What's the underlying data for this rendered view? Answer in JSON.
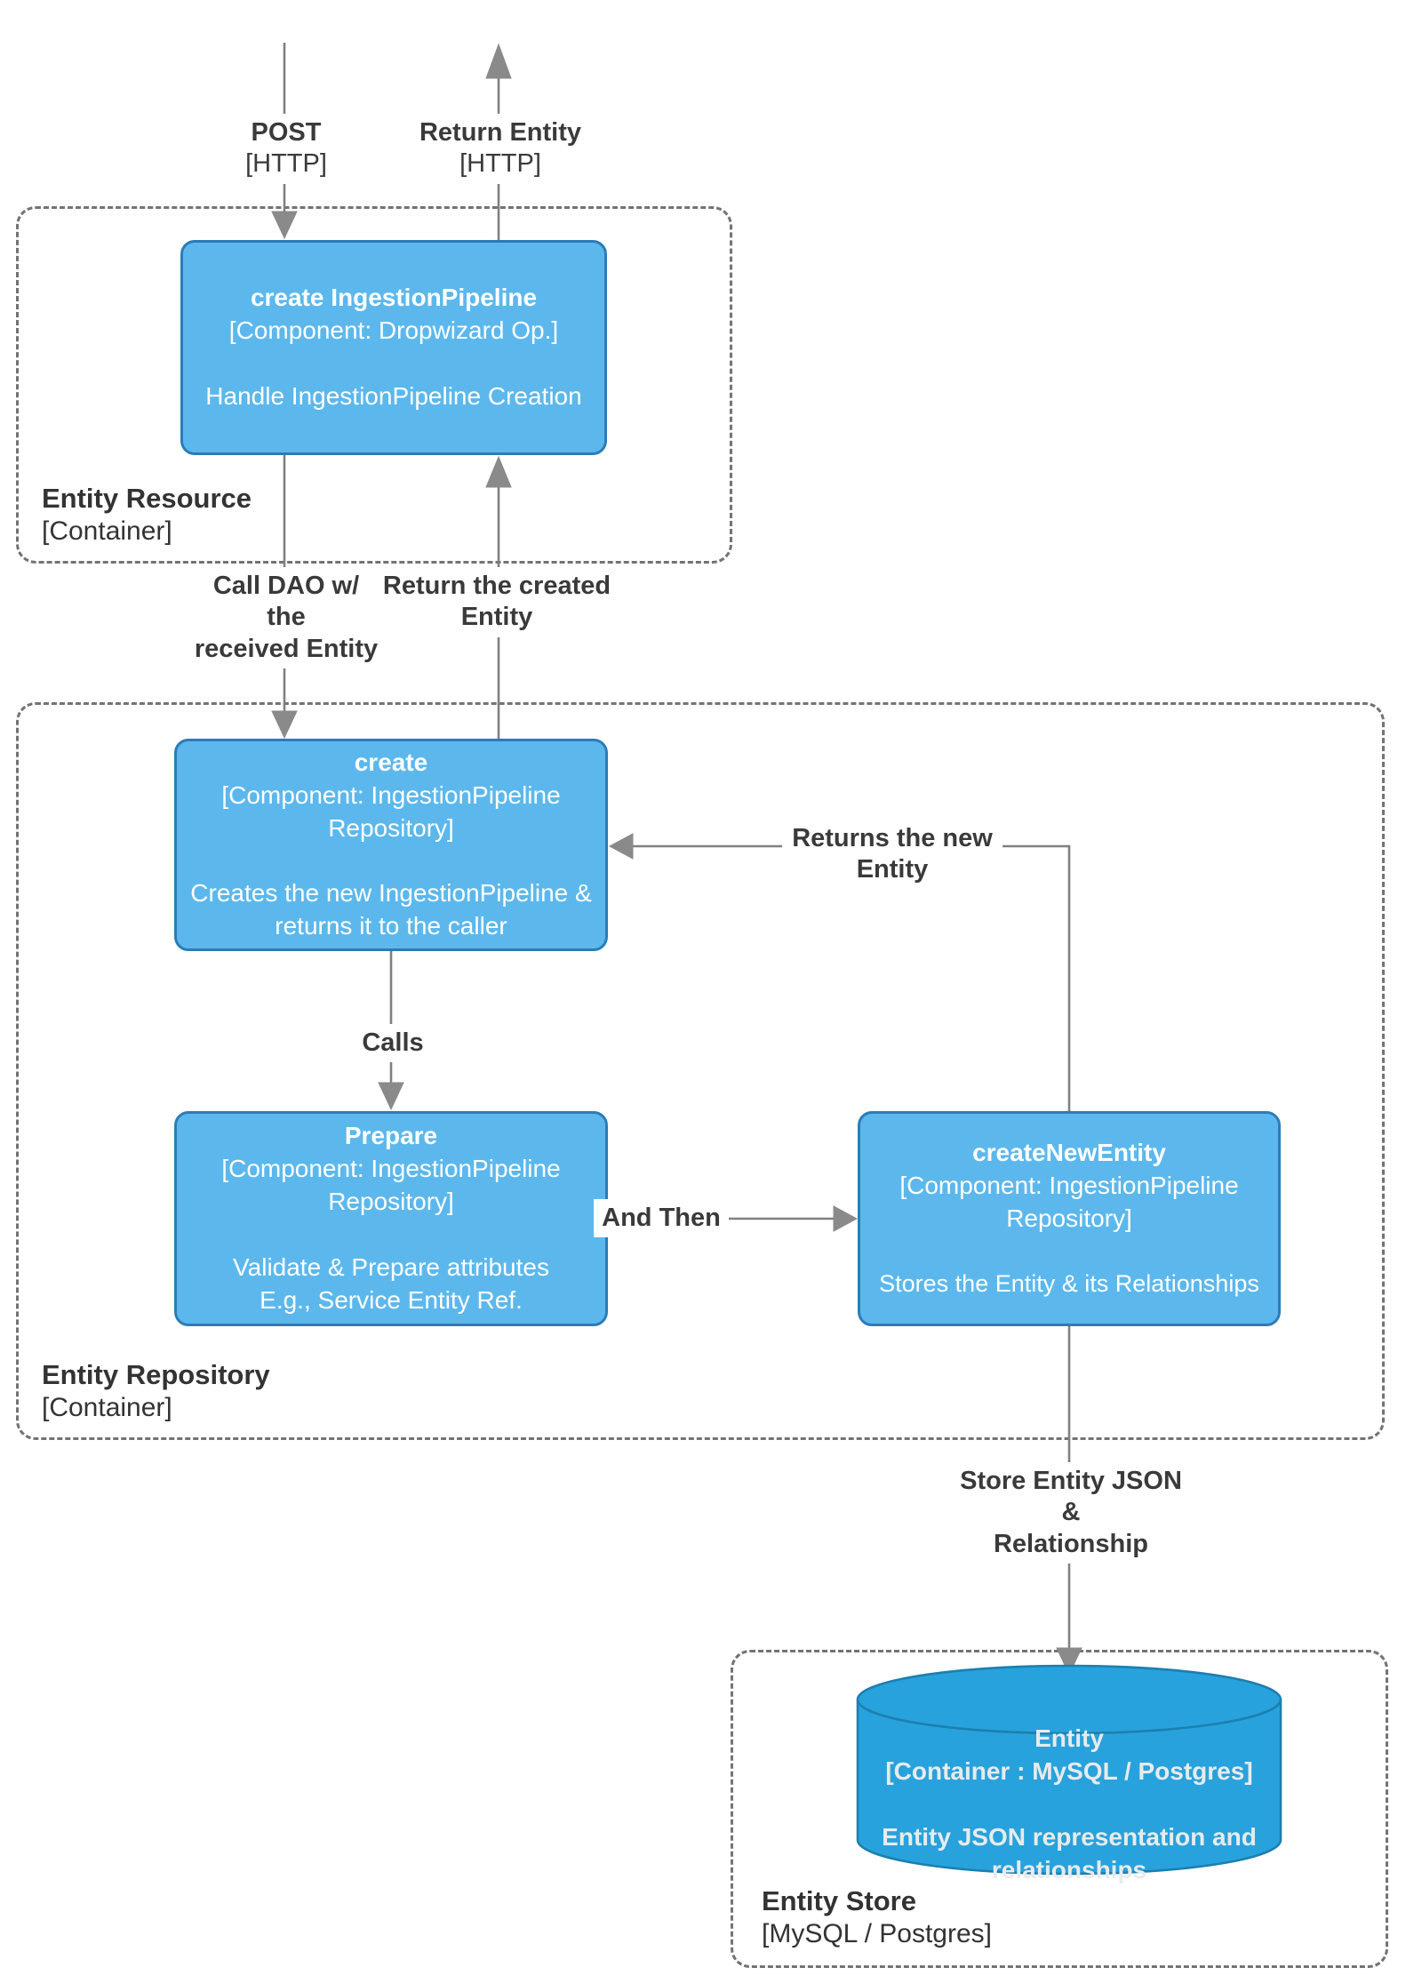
{
  "colors": {
    "node_fill": "#5cb8ec",
    "node_border": "#2c7cb8",
    "db_fill": "#28a2dc",
    "db_border": "#1c7fb0",
    "wire": "#808080",
    "boundary_border": "#737373",
    "label_text": "#3a3a3a",
    "node_text": "#ffffff"
  },
  "containers": {
    "entity_resource": {
      "name": "Entity Resource",
      "type": "[Container]"
    },
    "entity_repository": {
      "name": "Entity Repository",
      "type": "[Container]"
    },
    "entity_store": {
      "name": "Entity Store",
      "type": "[MySQL / Postgres]"
    }
  },
  "nodes": {
    "create_ingestion_pipeline": {
      "title": "create IngestionPipeline",
      "meta": "[Component: Dropwizard Op.]",
      "description": "Handle IngestionPipeline Creation"
    },
    "create": {
      "title": "create",
      "meta": "[Component: IngestionPipeline Repository]",
      "description": "Creates the new IngestionPipeline & returns it to the caller"
    },
    "prepare": {
      "title": "Prepare",
      "meta": "[Component: IngestionPipeline Repository]",
      "description_line1": "Validate & Prepare attributes",
      "description_line2": "E.g., Service Entity Ref."
    },
    "create_new_entity": {
      "title": "createNewEntity",
      "meta": "[Component: IngestionPipeline Repository]",
      "description": "Stores the Entity & its Relationships"
    },
    "entity_database": {
      "title": "Entity",
      "meta": "[Container : MySQL / Postgres]",
      "description": "Entity JSON representation and relationships"
    }
  },
  "edges": {
    "post": {
      "label": "POST",
      "protocol": "[HTTP]"
    },
    "return_entity": {
      "label": "Return Entity",
      "protocol": "[HTTP]"
    },
    "call_dao": {
      "line1": "Call DAO w/",
      "line2": "the",
      "line3": "received Entity"
    },
    "return_created": {
      "line1": "Return the created",
      "line2": "Entity"
    },
    "calls": {
      "label": "Calls"
    },
    "and_then": {
      "label": "And Then"
    },
    "returns_new_entity": {
      "line1": "Returns the new",
      "line2": "Entity"
    },
    "store_entity_json": {
      "line1": "Store Entity JSON",
      "line2": "&",
      "line3": "Relationship"
    }
  }
}
